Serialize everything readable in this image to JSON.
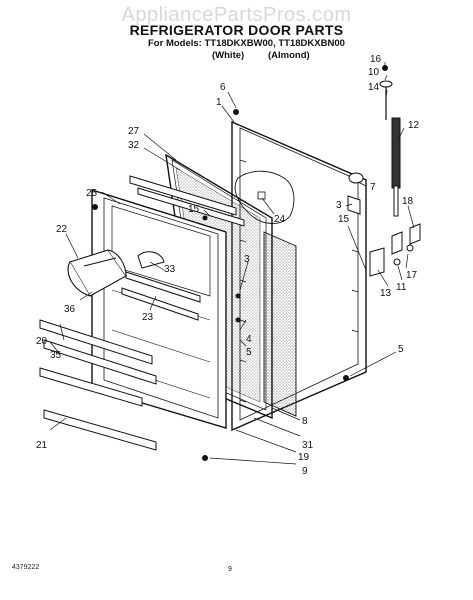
{
  "watermark": "AppliancePartsPros.com",
  "title": "REFRIGERATOR DOOR PARTS",
  "subtitle": "For Models: TT18DKXBW00,  TT18DKXBN00",
  "variants": [
    "(White)",
    "(Almond)"
  ],
  "callouts": [
    "16",
    "10",
    "14",
    "6",
    "1",
    "12",
    "27",
    "32",
    "7",
    "3",
    "15",
    "18",
    "25",
    "15",
    "24",
    "22",
    "3",
    "33",
    "13",
    "11",
    "17",
    "36",
    "23",
    "4",
    "5",
    "20",
    "35",
    "5",
    "8",
    "31",
    "19",
    "21",
    "9"
  ],
  "footer": {
    "doc_number": "4379222",
    "page_number": "9"
  }
}
